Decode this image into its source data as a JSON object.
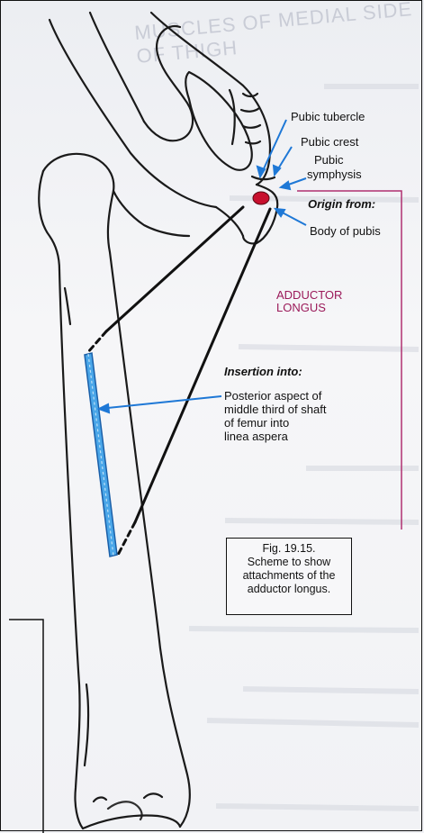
{
  "background_heading": "MUSCLES OF MEDIAL SIDE OF THIGH",
  "labels": {
    "pubic_tubercle": "Pubic tubercle",
    "pubic_crest": "Pubic crest",
    "pubic_symphysis_1": "Pubic",
    "pubic_symphysis_2": "symphysis",
    "origin_from": "Origin from:",
    "body_of_pubis": "Body of pubis",
    "muscle_1": "ADDUCTOR",
    "muscle_2": "LONGUS",
    "insertion_into": "Insertion into:",
    "insertion_1": "Posterior aspect of",
    "insertion_2": "middle third of shaft",
    "insertion_3": "of femur into",
    "insertion_4": "linea aspera"
  },
  "caption": {
    "fig": "Fig. 19.15.",
    "line1": "Scheme to show",
    "line2": "attachments of the",
    "line3": "adductor longus."
  },
  "colors": {
    "arrow": "#1e78d6",
    "insertion_bar": "#4aa6e8",
    "origin_dot": "#c8102e",
    "muscle_label": "#9b1a5a",
    "region_box": "#b03070"
  }
}
